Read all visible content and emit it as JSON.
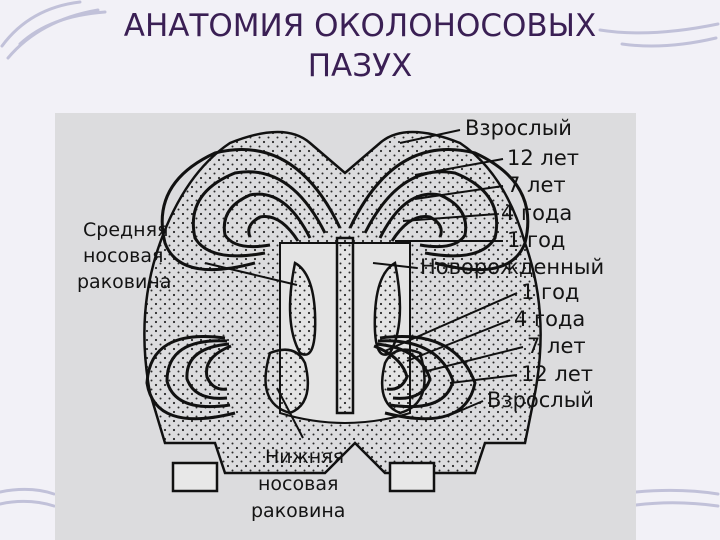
{
  "slide": {
    "title_line1": "АНАТОМИЯ ОКОЛОНОСОВЫХ",
    "title_line2": "ПАЗУХ"
  },
  "figure": {
    "labels": {
      "left_top": [
        "Средняя",
        "носовая",
        "раковина"
      ],
      "bottom": [
        "Нижняя",
        "носовая",
        "раковина"
      ],
      "frontal_ages": [
        "Взрослый",
        "12 лет",
        "7 лет",
        "4 года",
        "1 год"
      ],
      "newborn": "Новорожденный",
      "maxillary_ages": [
        "1 год",
        "4 года",
        "7 лет",
        "12 лет",
        "Взрослый"
      ]
    }
  },
  "colors": {
    "title": "#3a1f54",
    "slide_bg": "#f2f1f7",
    "figure_bg": "#dcdcde"
  }
}
